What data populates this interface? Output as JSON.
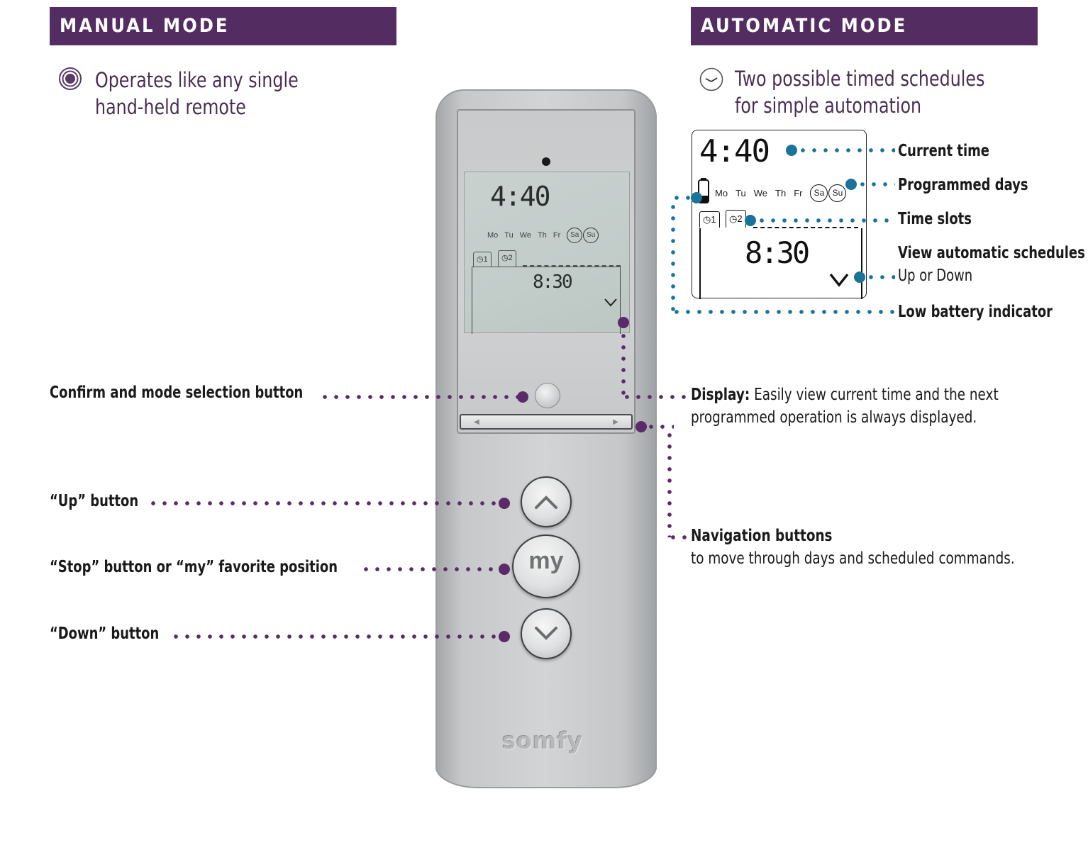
{
  "manual": {
    "header": "MANUAL MODE",
    "icon": "target-icon",
    "description_lines": [
      "Operates like any single",
      "hand-held remote"
    ]
  },
  "automatic": {
    "header": "AUTOMATIC MODE",
    "icon": "clock-icon",
    "description_lines": [
      "Two possible timed schedules",
      "for simple automation"
    ]
  },
  "remote": {
    "lcd": {
      "current_time": "4:40",
      "days": [
        "Mo",
        "Tu",
        "We",
        "Th",
        "Fr"
      ],
      "programmed_days": [
        "Sa",
        "Su"
      ],
      "tabs": [
        "⏰1",
        "⏰2"
      ],
      "tab_labels": [
        "1",
        "2"
      ],
      "slot_time": "8:30",
      "arrow": "∨"
    },
    "buttons": {
      "up": "up-chevron",
      "my": "my",
      "down": "down-chevron",
      "nav_left": "◀",
      "nav_right": "▶"
    },
    "brand": "somfy"
  },
  "left_callouts": [
    {
      "id": "confirm",
      "label": "Confirm and mode selection button"
    },
    {
      "id": "up",
      "label": "“Up” button"
    },
    {
      "id": "stop",
      "label": "“Stop” button or “my” favorite position"
    },
    {
      "id": "down",
      "label": "“Down” button"
    }
  ],
  "right_callouts": {
    "display": {
      "title": "Display:",
      "text_line1": "Easily view current time and the next",
      "text_line2": "programmed operation is always displayed."
    },
    "navigation": {
      "title": "Navigation buttons",
      "text": "to move through days and scheduled commands."
    }
  },
  "auto_diagram": {
    "current_time": "4:40",
    "days": [
      "Mo",
      "Tu",
      "We",
      "Th",
      "Fr"
    ],
    "programmed_days": [
      "Sa",
      "Su"
    ],
    "tab_labels": [
      "1",
      "2"
    ],
    "slot_time": "8:30",
    "labels": {
      "current_time": "Current time",
      "programmed_days": "Programmed days",
      "time_slots": "Time slots",
      "view_schedules": "View automatic schedules",
      "up_or_down": "Up or Down",
      "low_battery": "Low battery indicator"
    }
  },
  "colors": {
    "header_bg": "#532d62",
    "text_purple": "#4a2d52",
    "callout_purple": "#5b2a68",
    "callout_teal": "#1a7398"
  }
}
